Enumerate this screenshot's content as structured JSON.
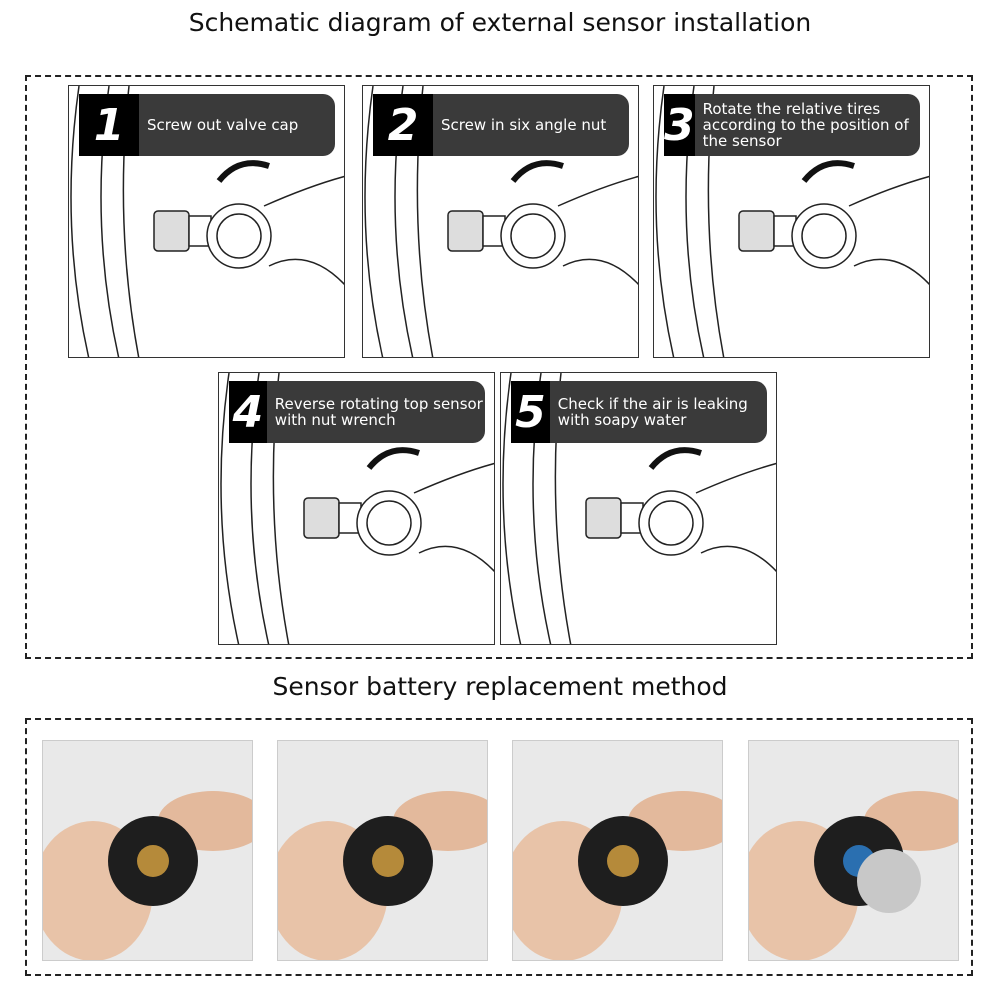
{
  "installation": {
    "title": "Schematic diagram of external sensor installation",
    "steps": [
      {
        "number": "1",
        "text": "Screw out valve cap"
      },
      {
        "number": "2",
        "text": "Screw in six angle nut"
      },
      {
        "number": "3",
        "text": "Rotate the relative tires according to the position of the sensor"
      },
      {
        "number": "4",
        "text": "Reverse rotating top sensor with nut wrench"
      },
      {
        "number": "5",
        "text": "Check if the air is leaking with soapy water"
      }
    ]
  },
  "battery": {
    "title": "Sensor battery replacement method",
    "photos": [
      "sensor-held",
      "wrench-on-sensor",
      "sensor-opened",
      "battery-exposed"
    ]
  }
}
